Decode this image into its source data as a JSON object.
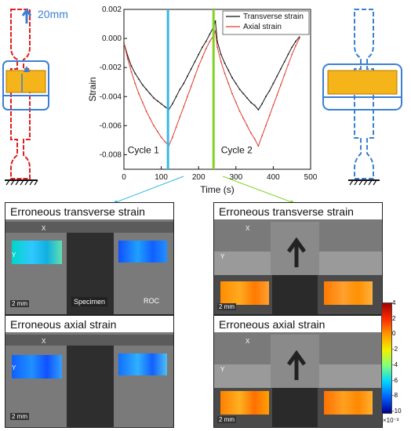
{
  "figure": {
    "dimension_label": "20mm",
    "chart_data": {
      "type": "line",
      "xlabel": "Time (s)",
      "ylabel": "Strain",
      "xlim": [
        0,
        500
      ],
      "ylim": [
        -0.009,
        0.002
      ],
      "xticks": [
        "0",
        "100",
        "200",
        "300",
        "400",
        "500"
      ],
      "yticks": [
        "-0.008",
        "-0.006",
        "-0.004",
        "-0.002",
        "0.000",
        "0.002"
      ],
      "legend_position": "top-right",
      "series": [
        {
          "name": "Transverse strain",
          "color": "#111111",
          "x": [
            0,
            10,
            20,
            30,
            40,
            50,
            60,
            70,
            80,
            90,
            100,
            110,
            120,
            130,
            140,
            150,
            160,
            170,
            180,
            190,
            200,
            210,
            220,
            230,
            240,
            245,
            250,
            260,
            270,
            280,
            290,
            300,
            310,
            320,
            330,
            340,
            350,
            360,
            370,
            380,
            390,
            400,
            410,
            420,
            430,
            440,
            450,
            460,
            470
          ],
          "y": [
            -0.0003,
            -0.0012,
            -0.0019,
            -0.0024,
            -0.0028,
            -0.0032,
            -0.0035,
            -0.0038,
            -0.0041,
            -0.0043,
            -0.0045,
            -0.0047,
            -0.0049,
            -0.0045,
            -0.004,
            -0.0035,
            -0.0031,
            -0.0026,
            -0.0021,
            -0.0016,
            -0.0011,
            -0.0006,
            -0.0002,
            0.0003,
            0.0008,
            0.0012,
            -0.0002,
            -0.0011,
            -0.0017,
            -0.0022,
            -0.0027,
            -0.0031,
            -0.0035,
            -0.0038,
            -0.0041,
            -0.0044,
            -0.0046,
            -0.0049,
            -0.0045,
            -0.004,
            -0.0036,
            -0.0031,
            -0.0026,
            -0.0021,
            -0.0016,
            -0.0011,
            -0.0006,
            -0.0002,
            0.0001
          ]
        },
        {
          "name": "Axial strain",
          "color": "#e03b2f",
          "x": [
            0,
            10,
            20,
            30,
            40,
            50,
            60,
            70,
            80,
            90,
            100,
            110,
            120,
            130,
            140,
            150,
            160,
            170,
            180,
            190,
            200,
            210,
            220,
            230,
            240,
            245,
            250,
            260,
            270,
            280,
            290,
            300,
            310,
            320,
            330,
            340,
            350,
            360,
            370,
            380,
            390,
            400,
            410,
            420,
            430,
            440,
            450,
            460,
            470
          ],
          "y": [
            -0.0003,
            -0.0014,
            -0.0023,
            -0.0031,
            -0.0038,
            -0.0044,
            -0.005,
            -0.0055,
            -0.006,
            -0.0064,
            -0.0068,
            -0.0071,
            -0.0074,
            -0.0068,
            -0.0061,
            -0.0054,
            -0.0047,
            -0.004,
            -0.0033,
            -0.0026,
            -0.0019,
            -0.0013,
            -0.0007,
            -0.0002,
            0.0002,
            0.0005,
            -0.0006,
            -0.0016,
            -0.0024,
            -0.0031,
            -0.0038,
            -0.0044,
            -0.005,
            -0.0055,
            -0.006,
            -0.0065,
            -0.0069,
            -0.0074,
            -0.0067,
            -0.006,
            -0.0053,
            -0.0046,
            -0.0039,
            -0.0032,
            -0.0025,
            -0.0018,
            -0.0011,
            -0.0005,
            0.0
          ]
        }
      ],
      "vlines": [
        {
          "x": 118,
          "color": "#39b7e6"
        },
        {
          "x": 240,
          "color": "#7fd321"
        }
      ],
      "annotations": [
        "Cycle 1",
        "Cycle 2"
      ]
    },
    "panels": {
      "left_title_top": "Erroneous transverse strain",
      "left_title_bottom": "Erroneous axial strain",
      "right_title_top": "Erroneous transverse strain",
      "right_title_bottom": "Erroneous axial strain",
      "axis_x": "X",
      "axis_y": "Y",
      "scale_bar": "2 mm",
      "specimen_label": "Specimen",
      "roc_label": "ROC"
    },
    "colorbar": {
      "ticks": [
        "4",
        "2",
        "0",
        "-2",
        "-4",
        "-6",
        "-8",
        "-10"
      ],
      "unit": "×10⁻³",
      "colors": [
        "#a00000",
        "#ff2a00",
        "#ff9a00",
        "#f2f200",
        "#7fff7f",
        "#00d6ff",
        "#0060ff",
        "#000090"
      ]
    }
  }
}
